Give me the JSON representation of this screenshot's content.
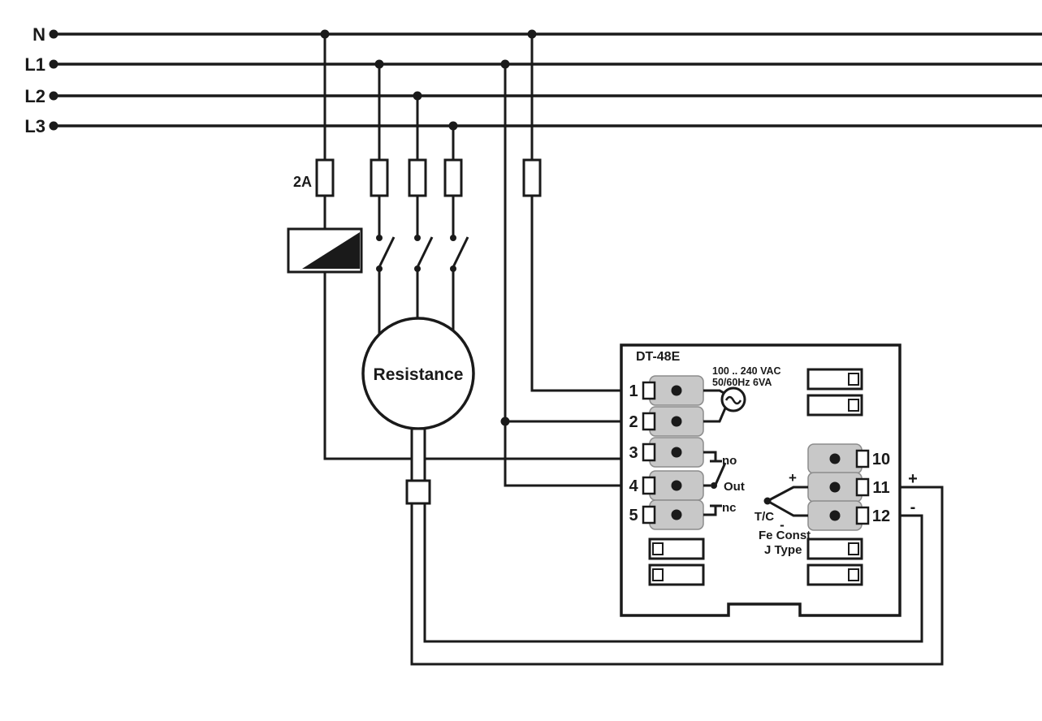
{
  "colors": {
    "line": "#1a1a1a",
    "terminal_fill": "#c8c8c8",
    "background": "#ffffff"
  },
  "rails": {
    "n": "N",
    "l1": "L1",
    "l2": "L2",
    "l3": "L3"
  },
  "fuse": {
    "rating": "2A"
  },
  "load": {
    "label": "Resistance"
  },
  "controller": {
    "model": "DT-48E",
    "supply": {
      "line1": "100 .. 240 VAC",
      "line2": "50/60Hz 6VA"
    },
    "left_terminals": [
      "1",
      "2",
      "3",
      "4",
      "5"
    ],
    "right_terminals": [
      "10",
      "11",
      "12"
    ],
    "relay": {
      "no": "no",
      "out": "Out",
      "nc": "nc"
    },
    "sensor": {
      "label": "T/C",
      "plus": "+",
      "minus": "-",
      "type1": "Fe Const",
      "type2": "J Type"
    }
  },
  "tc_output": {
    "plus": "+",
    "minus": "-"
  }
}
